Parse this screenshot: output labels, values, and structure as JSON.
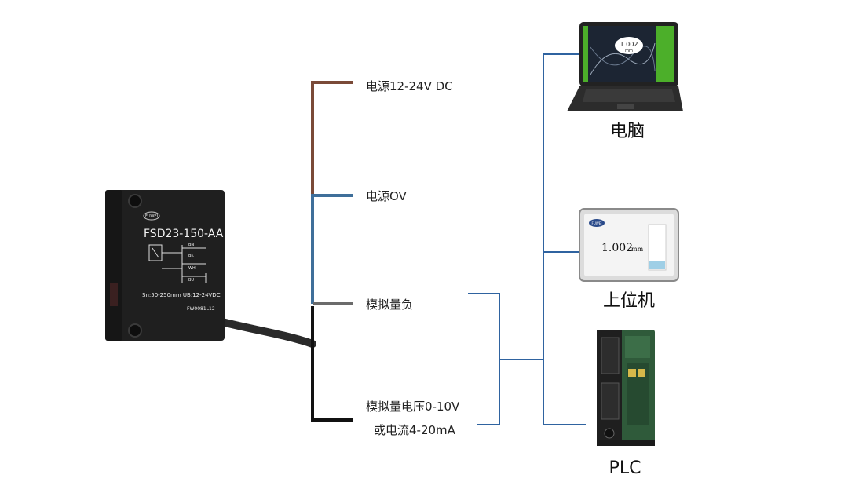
{
  "sensor": {
    "model": "FSD23-150-AA",
    "brand": "FUWEI",
    "spec": "Sn:50-250mm UB:12-24VDC",
    "serial": "FW0081L12",
    "wiring_codes": [
      "BN",
      "BK",
      "WH",
      "BU"
    ]
  },
  "wires": [
    {
      "label": "电源12-24V DC",
      "color": "#7a4a38"
    },
    {
      "label": "电源OV",
      "color": "#3f6f9a"
    },
    {
      "label": "模拟量负",
      "color": "#6b6b6b"
    },
    {
      "label_line1": "模拟量电压0-10V",
      "label_line2": "或电流4-20mA",
      "color": "#111111"
    }
  ],
  "bus_color": "#2f63a0",
  "devices": {
    "computer": {
      "label": "电脑",
      "screen_reading": "1.002",
      "screen_unit": "mm",
      "screen_color": "#1c2533",
      "accent_color": "#4caf2a"
    },
    "display": {
      "label": "上位机",
      "reading": "1.002",
      "unit": "mm",
      "brand": "FUWEI"
    },
    "plc": {
      "label": "PLC",
      "color": "#2f5a3a"
    }
  }
}
